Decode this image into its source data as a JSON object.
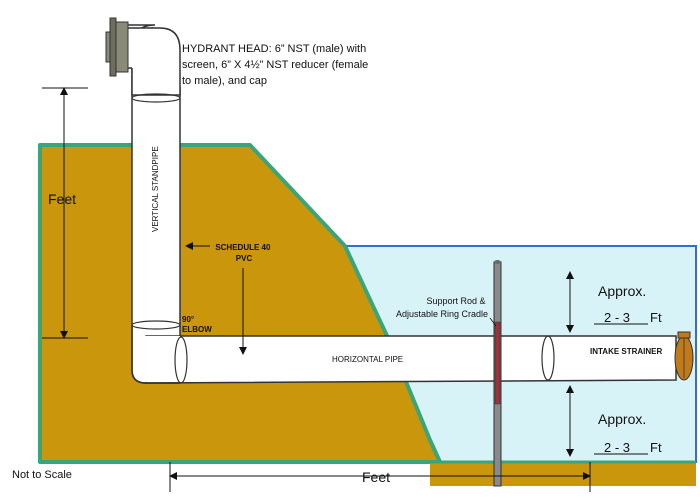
{
  "labels": {
    "hydrant_head_line1": "HYDRANT HEAD: 6” NST (male) with",
    "hydrant_head_line2": "screen, 6” X 4½” NST reducer (female",
    "hydrant_head_line3": "to male), and cap",
    "vertical_standpipe": "VERTICAL STANDPIPE",
    "feet_vertical": "Feet",
    "schedule_line1": "SCHEDULE 40",
    "schedule_line2": "PVC",
    "elbow_line1": "90°",
    "elbow_line2": "ELBOW",
    "horizontal_pipe": "HORIZONTAL PIPE",
    "support_line1": "Support Rod &",
    "support_line2": "Adjustable Ring Cradle",
    "intake_strainer": "INTAKE STRAINER",
    "approx_top": "Approx.",
    "depth_top": "2 - 3",
    "ft_top": "Ft",
    "approx_bottom": "Approx.",
    "depth_bottom": "2 - 3",
    "ft_bottom": "Ft",
    "not_to_scale": "Not to Scale",
    "feet_horizontal": "Feet"
  },
  "colors": {
    "soil": "#c9960c",
    "soil_edge": "#3aa57a",
    "water": "#d8f3f7",
    "water_edge": "#2f6fcf",
    "pipe": "#ffffff",
    "pipe_edge": "#333333",
    "hydrant_head": "#8a8a78",
    "strainer": "#c07a1a",
    "rod": "#8a8a8a",
    "cradle": "#a0303a"
  },
  "icons": {
    "hydrant": "hydrant-head-icon",
    "strainer": "intake-strainer-icon"
  }
}
